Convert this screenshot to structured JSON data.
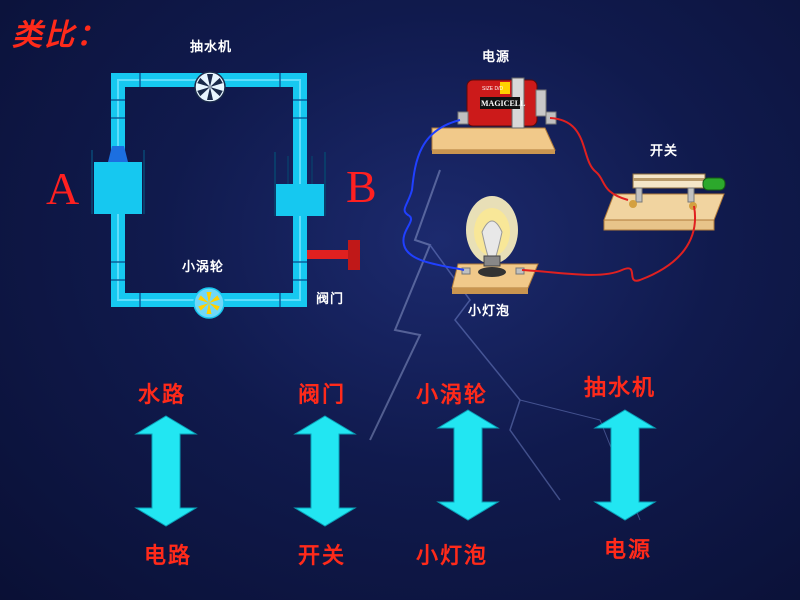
{
  "title": "类比：",
  "water_circuit": {
    "pump_label": "抽水机",
    "turbine_label": "小涡轮",
    "valve_label": "阀门",
    "container_a": "A",
    "container_b": "B"
  },
  "electric_circuit": {
    "battery_label": "电源",
    "battery_brand": "MAGICELL",
    "battery_small_text": "SIZE D/D",
    "switch_label": "开关",
    "bulb_label": "小灯泡"
  },
  "analogy": [
    {
      "top": "水路",
      "bottom": "电路"
    },
    {
      "top": "阀门",
      "bottom": "开关"
    },
    {
      "top": "小涡轮",
      "bottom": "小灯泡"
    },
    {
      "top": "抽水机",
      "bottom": "电源"
    }
  ],
  "colors": {
    "pipe": "#16c8f0",
    "arrow": "#22e6f2",
    "text_red": "#ff2a1a"
  }
}
